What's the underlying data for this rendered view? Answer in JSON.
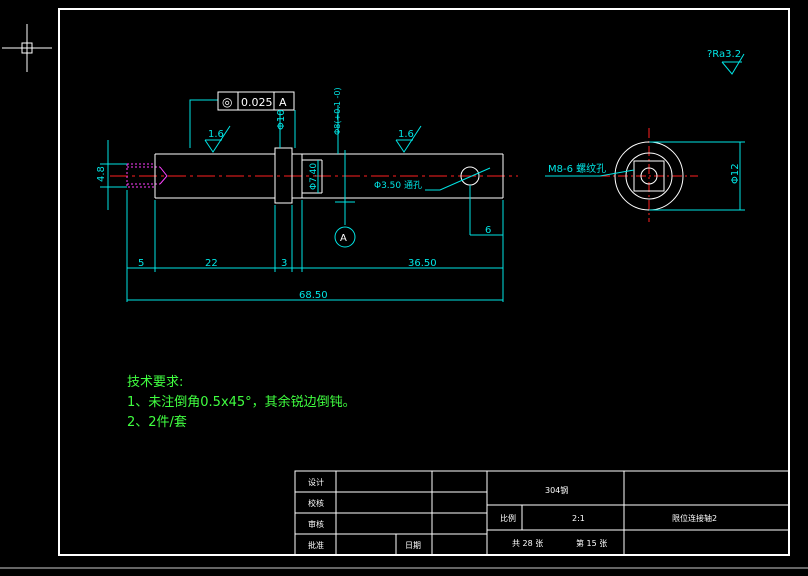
{
  "surface_finish": {
    "general": "?Ra3.2",
    "left": "1.6",
    "right": "1.6"
  },
  "tolerance_frame": {
    "symbol": "◎",
    "value": "0.025",
    "datum": "A"
  },
  "datum_label": "A",
  "dims": {
    "shaft_dia": "4.8",
    "collar_dia": "Φ10",
    "shaft_dia_fit": "Φ8(+0.1 -0)",
    "bore_dia": "Φ7.40",
    "hole": "Φ3.50 通孔",
    "hole_offset": "6",
    "len_5": "5",
    "len_22": "22",
    "len_3": "3",
    "len_3650": "36.50",
    "total_len": "68.50",
    "side_dia": "Φ12",
    "thread_note": "M8-6 螺纹孔"
  },
  "tech_requirements": {
    "title": "技术要求:",
    "line1": "1、未注倒角0.5x45°，其余锐边倒钝。",
    "line2": "2、2件/套"
  },
  "title_block": {
    "row_labels": [
      "设计",
      "校核",
      "审核",
      "批准"
    ],
    "date_label": "日期",
    "material": "304钢",
    "scale_label": "比例",
    "scale_value": "2:1",
    "part_name": "限位连接轴2",
    "sheet_a": "共 28 张",
    "sheet_b": "第 15 张"
  },
  "colors": {
    "frame": "#ffffff",
    "part": "#ffffff",
    "centerline": "#ff2020",
    "dimension": "#00e5e5",
    "text_green": "#40ff40",
    "hatch": "#ff40ff"
  }
}
